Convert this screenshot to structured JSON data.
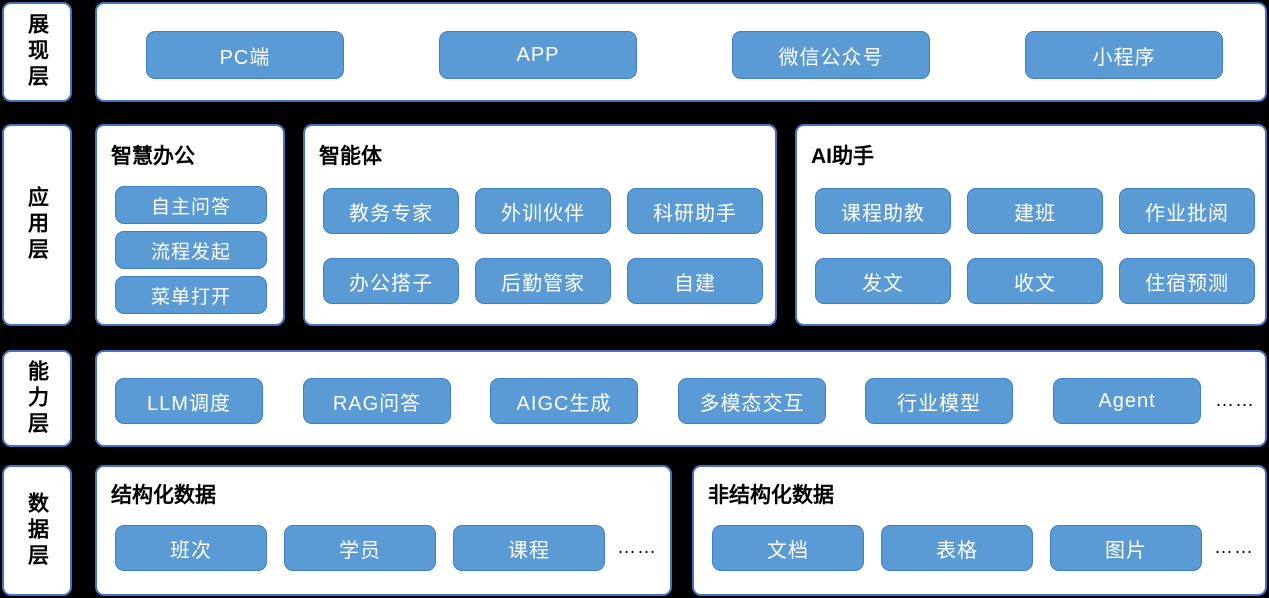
{
  "diagram": {
    "title": "AI Platform Layered Architecture",
    "colors": {
      "background": "#000000",
      "panel_fill": "#ffffff",
      "panel_border": "#4472c4",
      "pill_fill": "#5b9bd5",
      "pill_border": "#3f7fc1",
      "pill_text": "#ffffff",
      "label_text": "#000000"
    },
    "ellipsis_glyph": "……"
  },
  "layers": [
    {
      "key": "presentation",
      "label": "展现层",
      "groups": [
        {
          "key": "presentation-channels",
          "title": "",
          "items": [
            "PC端",
            "APP",
            "微信公众号",
            "小程序"
          ],
          "has_ellipsis": false
        }
      ]
    },
    {
      "key": "application",
      "label": "应用层",
      "groups": [
        {
          "key": "smart-office",
          "title": "智慧办公",
          "items": [
            "自主问答",
            "流程发起",
            "菜单打开"
          ],
          "has_ellipsis": false
        },
        {
          "key": "agent",
          "title": "智能体",
          "items": [
            "教务专家",
            "外训伙伴",
            "科研助手",
            "办公搭子",
            "后勤管家",
            "自建"
          ],
          "has_ellipsis": false
        },
        {
          "key": "ai-assistant",
          "title": "AI助手",
          "items": [
            "课程助教",
            "建班",
            "作业批阅",
            "发文",
            "收文",
            "住宿预测"
          ],
          "has_ellipsis": false
        }
      ]
    },
    {
      "key": "capability",
      "label": "能力层",
      "groups": [
        {
          "key": "capabilities",
          "title": "",
          "items": [
            "LLM调度",
            "RAG问答",
            "AIGC生成",
            "多模态交互",
            "行业模型",
            "Agent"
          ],
          "has_ellipsis": true
        }
      ]
    },
    {
      "key": "data",
      "label": "数据层",
      "groups": [
        {
          "key": "structured-data",
          "title": "结构化数据",
          "items": [
            "班次",
            "学员",
            "课程"
          ],
          "has_ellipsis": true
        },
        {
          "key": "unstructured-data",
          "title": "非结构化数据",
          "items": [
            "文档",
            "表格",
            "图片"
          ],
          "has_ellipsis": true
        }
      ]
    }
  ]
}
